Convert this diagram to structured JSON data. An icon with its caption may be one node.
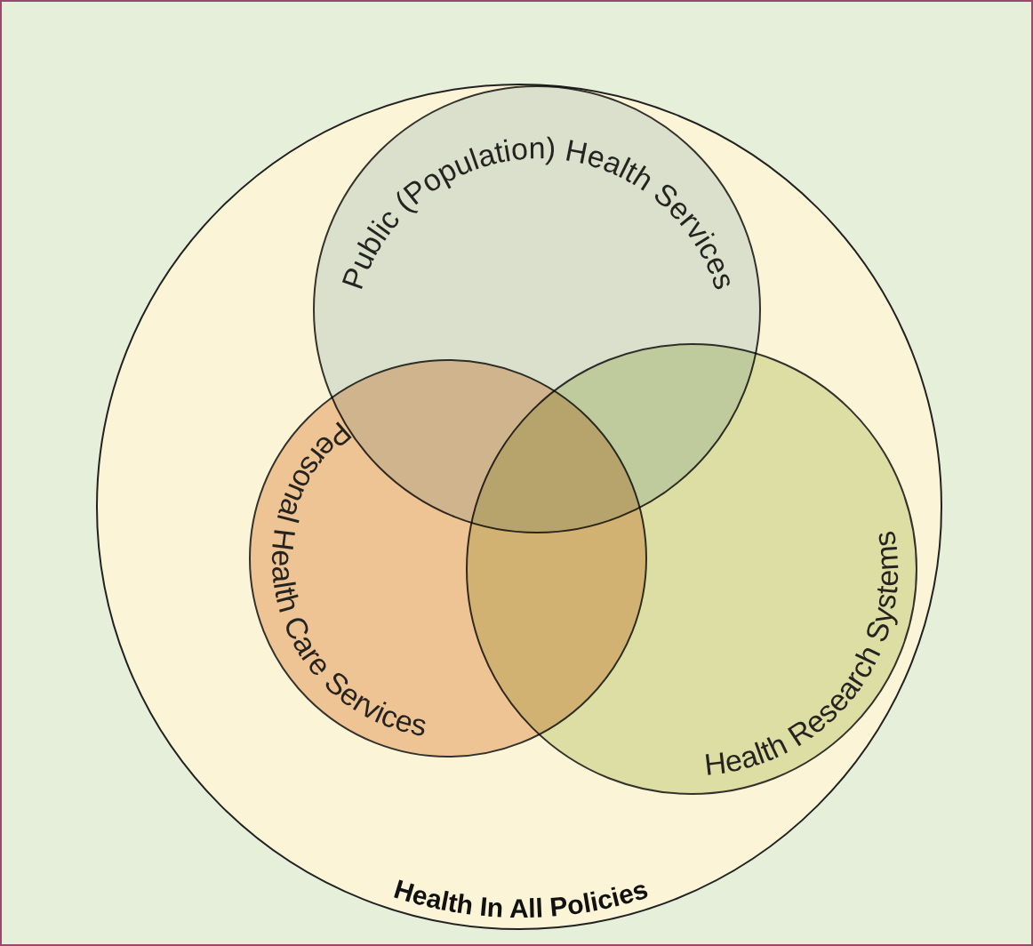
{
  "diagram": {
    "nodes": [
      {
        "text": [
          "Health In All Policies"
        ]
      },
      {
        "text": [
          "Public (Population) Health Services"
        ],
        "in": 0
      },
      {
        "text": [
          "Personal Health Care Services"
        ],
        "in": 0
      },
      {
        "text": [
          "Health Research Systems"
        ],
        "in": 0
      }
    ]
  }
}
